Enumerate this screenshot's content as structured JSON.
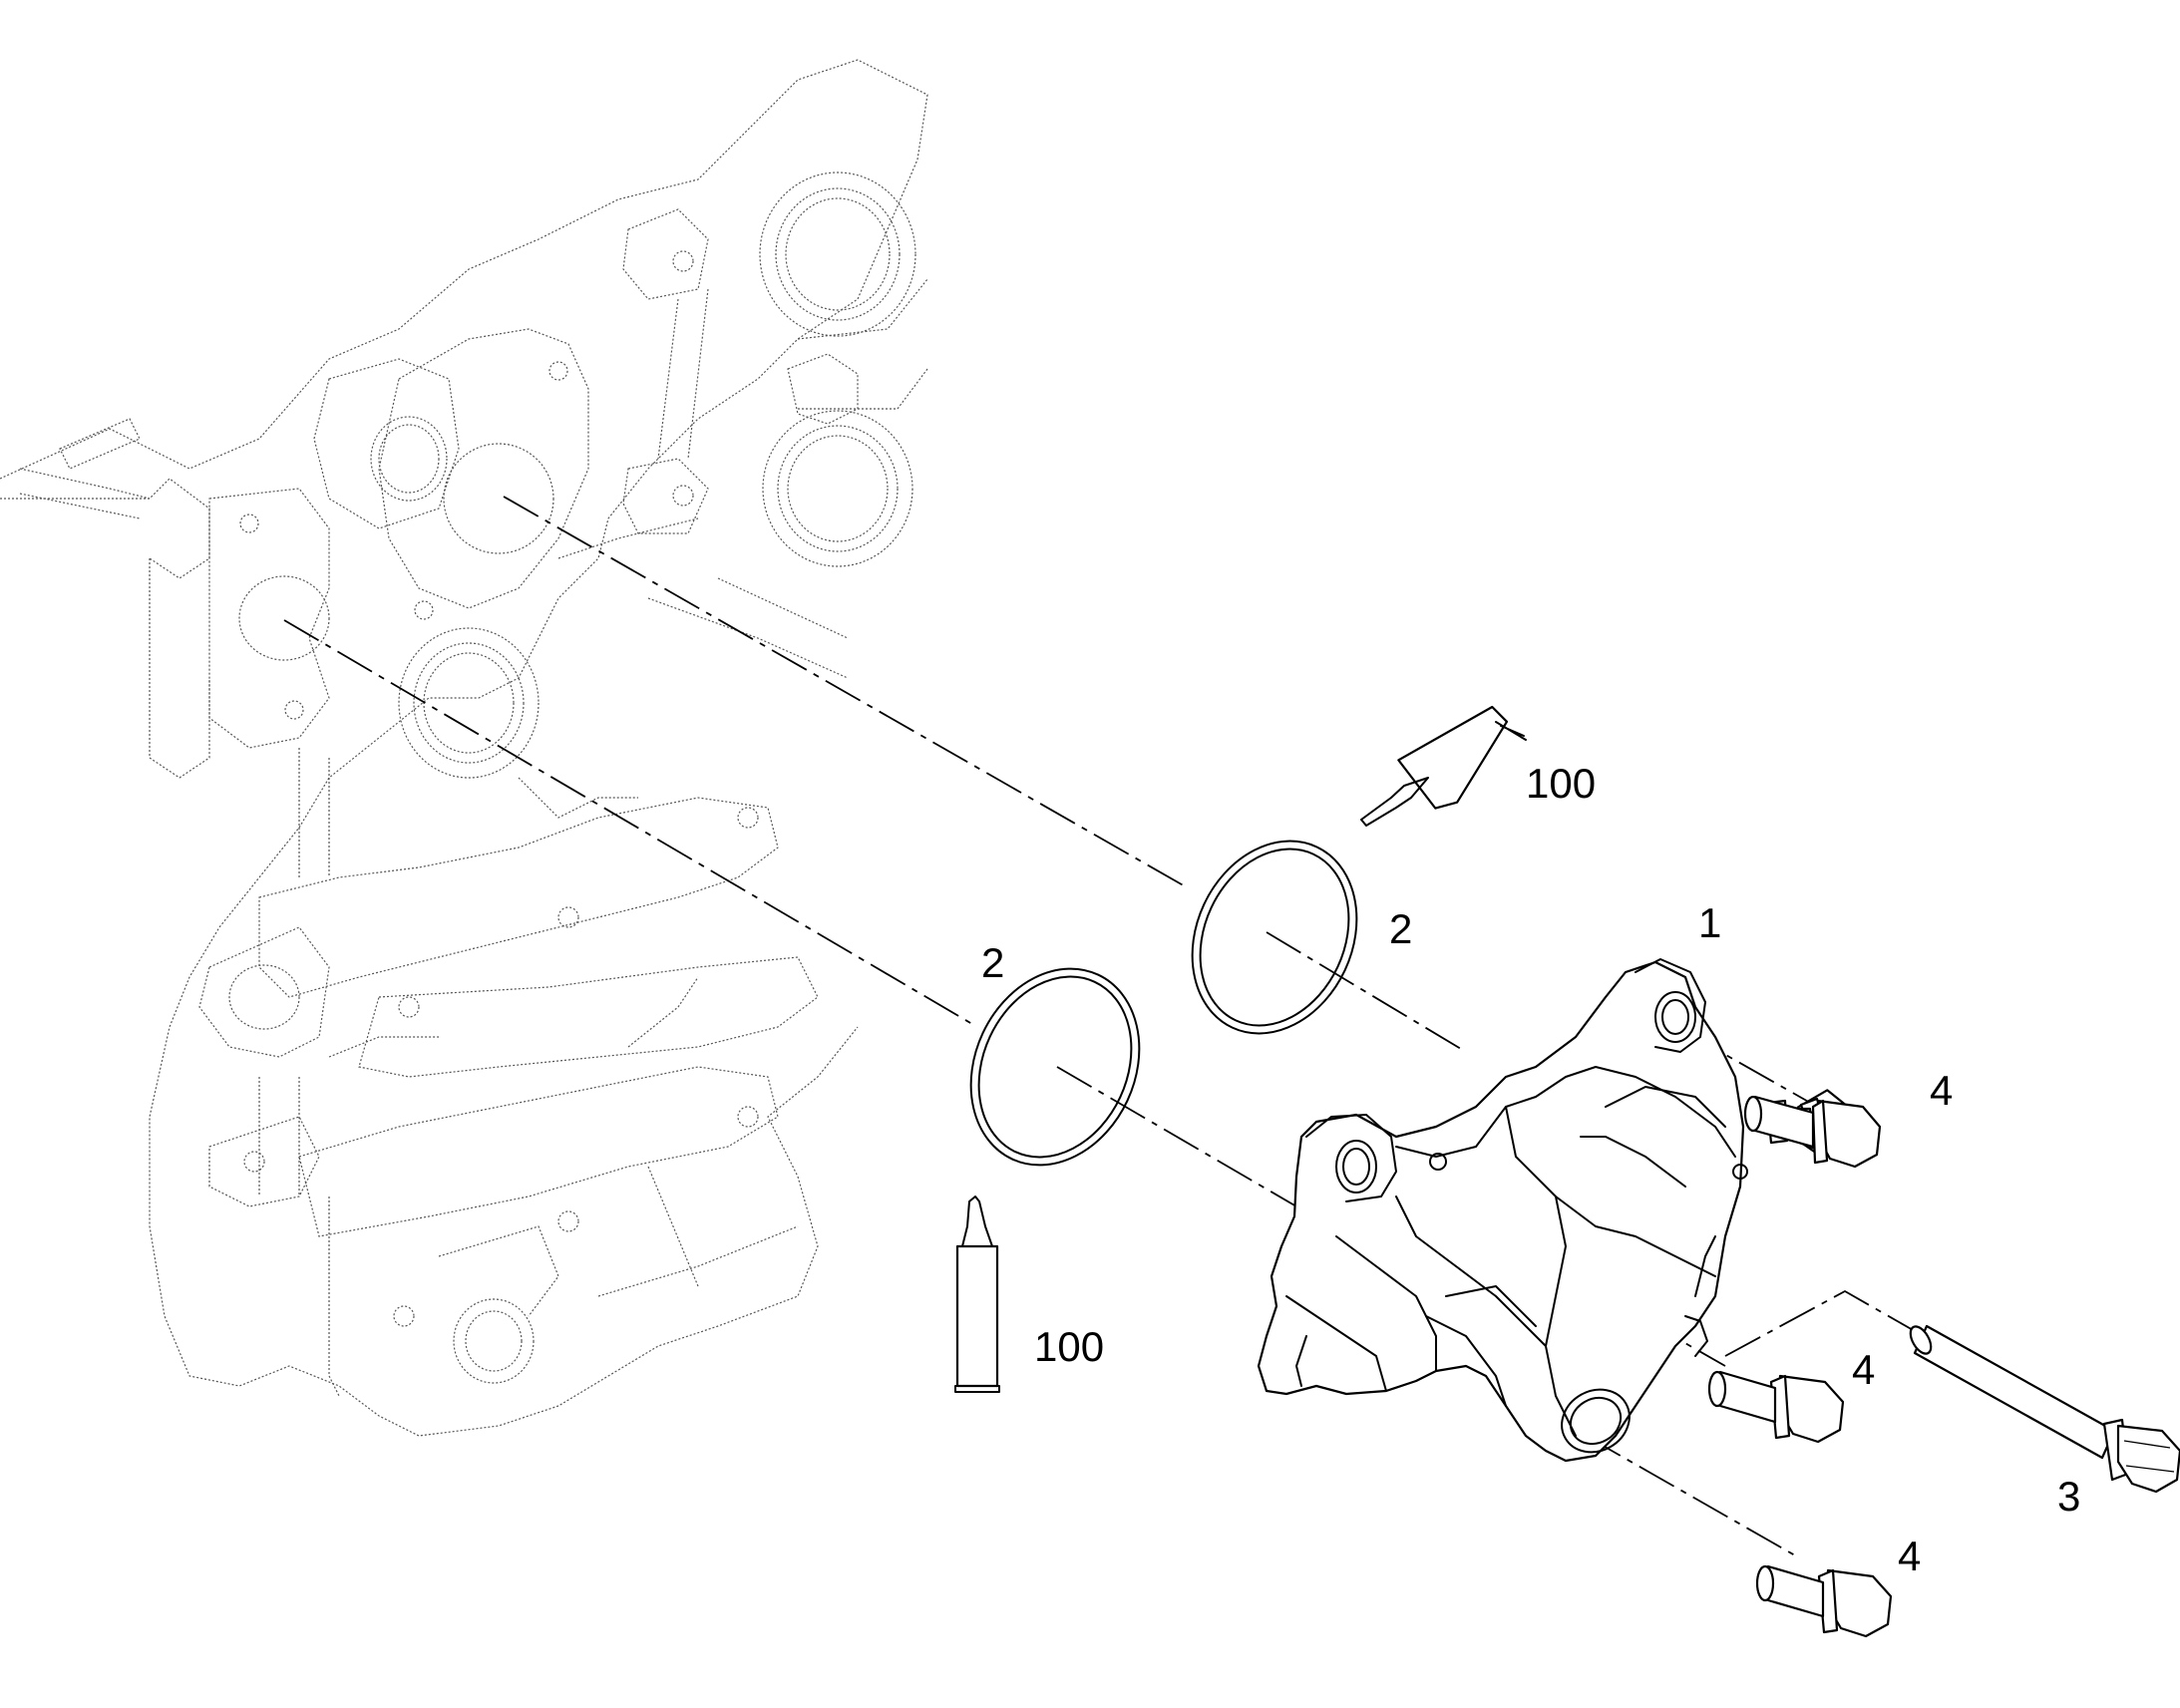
{
  "diagram": {
    "labels": [
      {
        "id": "cover",
        "text": "1"
      },
      {
        "id": "oring-upper",
        "text": "2"
      },
      {
        "id": "oring-lower",
        "text": "2"
      },
      {
        "id": "long-bolt",
        "text": "3"
      },
      {
        "id": "bolt-upper",
        "text": "4"
      },
      {
        "id": "bolt-middle",
        "text": "4"
      },
      {
        "id": "bolt-lower",
        "text": "4"
      },
      {
        "id": "sealant-upper",
        "text": "100"
      },
      {
        "id": "sealant-lower",
        "text": "100"
      }
    ]
  }
}
